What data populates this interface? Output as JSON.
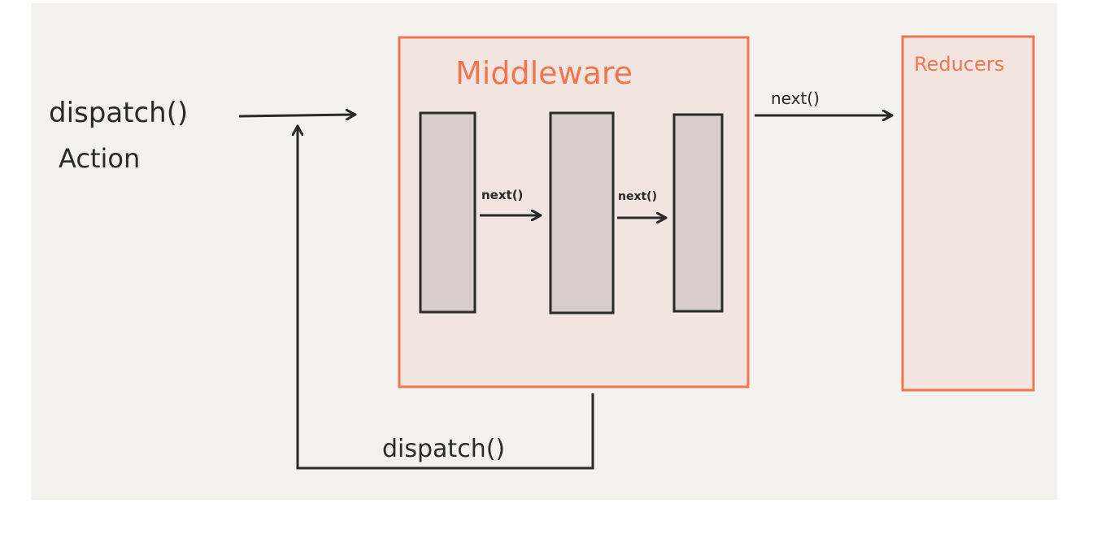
{
  "title": "Middleware",
  "reducers_label": "Reducers",
  "entry": {
    "dispatch_label": "dispatch()",
    "action_label": "Action"
  },
  "next_labels": [
    "next()",
    "next()"
  ],
  "to_reducers_label": "next()",
  "loop_label": "dispatch()",
  "colors": {
    "background": "#f3f2ef",
    "accent": "#ee7752",
    "box_fill": "#f2e4de",
    "bar_fill": "#d8cdc8",
    "ink": "#2a2a28"
  }
}
